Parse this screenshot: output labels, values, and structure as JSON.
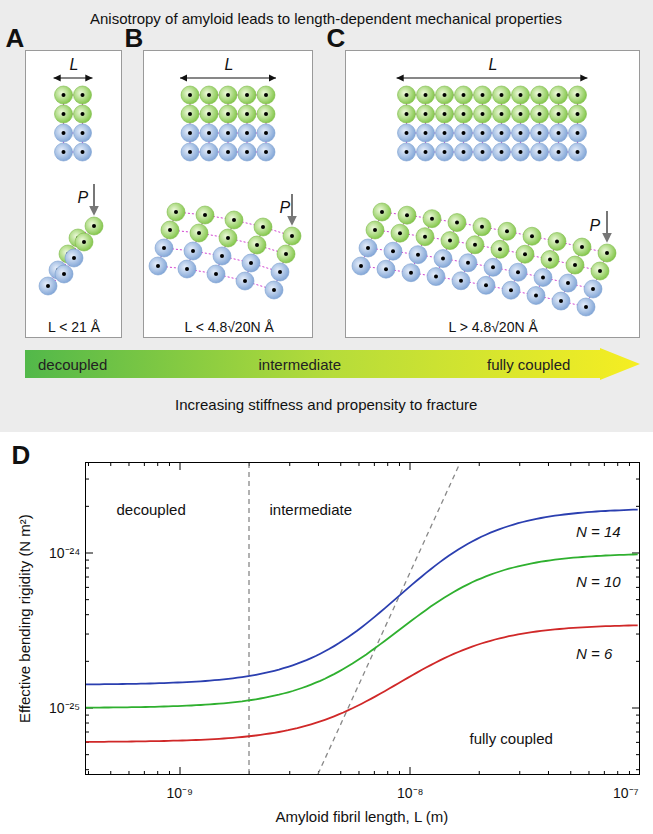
{
  "diagram": {
    "nodes": [
      {
        "text": [
          "Anisotropy of amyloid leads to length-dependent mechanical properties",
          "Increasing stiffness and propensity to fracture"
        ]
      },
      {
        "text": [
          "A",
          "L",
          "P",
          "L < 21 Å"
        ],
        "in": 0
      },
      {
        "text": [
          "B",
          "L",
          "P",
          "L < 4.8√20N Å"
        ],
        "in": 0
      },
      {
        "text": [
          "C",
          "L",
          "P",
          "L > 4.8√20N Å"
        ],
        "in": 0
      },
      {
        "text": [
          "decoupled",
          "intermediate",
          "fully coupled"
        ],
        "in": 0
      },
      {
        "text": [
          "D",
          "decoupled",
          "intermediate",
          "fully coupled",
          "N = 14",
          "N = 10",
          "N = 6"
        ]
      }
    ],
    "labels": [
      "Effective bending rigidity (N m²)",
      "10⁻²⁴",
      "10⁻²⁵",
      "10⁻⁹",
      "10⁻⁸",
      "10⁻⁷",
      "Amyloid fibril length, L (m)"
    ]
  }
}
